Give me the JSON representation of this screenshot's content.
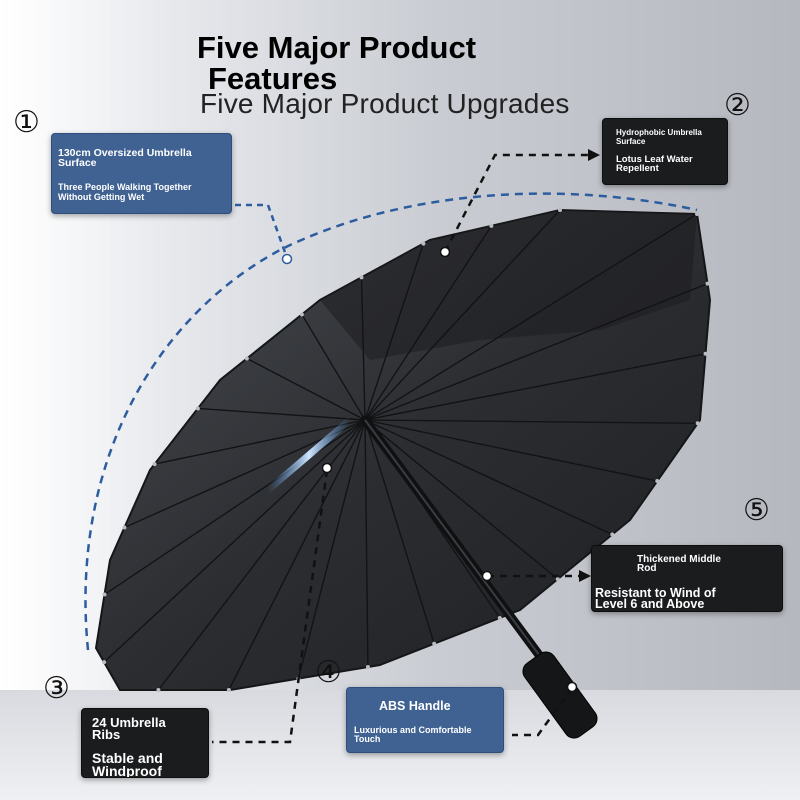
{
  "title": {
    "line1": "Five Major Product",
    "line2": "Features",
    "subtitle": "Five Major Product Upgrades"
  },
  "markers": [
    "①",
    "②",
    "③",
    "④",
    "⑤"
  ],
  "callouts": {
    "size": {
      "headline": "130cm Oversized Umbrella\nSurface",
      "detail": "Three People Walking Together\nWithout Getting Wet"
    },
    "water": {
      "headline": "Hydrophobic Umbrella\nSurface",
      "detail": "Lotus Leaf Water\nRepellent"
    },
    "ribs": {
      "headline": "24 Umbrella\nRibs",
      "detail": "Stable and\nWindproof"
    },
    "handle": {
      "headline": "ABS Handle",
      "detail": "Luxurious and Comfortable\nTouch"
    },
    "rod": {
      "headline": "Thickened Middle\nRod",
      "detail": "Resistant to Wind of\nLevel 6 and Above"
    }
  },
  "colors": {
    "blue_callout": "#3f6293",
    "dark_callout": "#1b1c1e",
    "canopy": "#2a2c2f",
    "dotted_blue": "#2d5d9f",
    "dotted_black": "#111111"
  }
}
